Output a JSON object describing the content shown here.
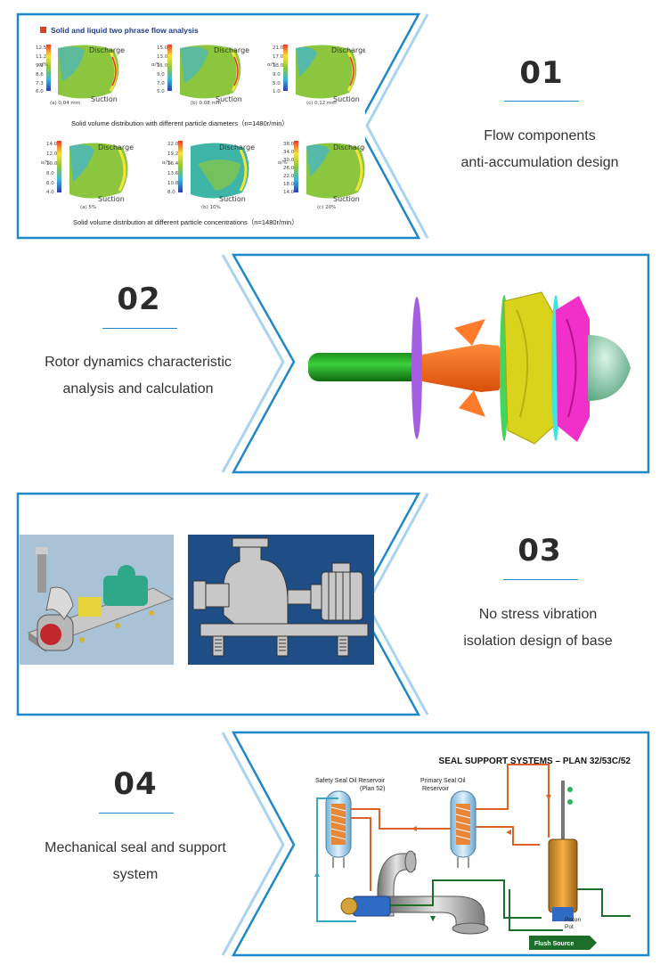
{
  "sections": [
    {
      "number": "01",
      "desc_line1": "Flow components",
      "desc_line2": "anti-accumulation design",
      "figure": {
        "heading": "Solid and liquid two phrase flow analysis",
        "caption_row1": "Solid volume distribution with different particle diameters（n=1480r/min）",
        "caption_row2": "Solid volume distribution at different particle concentrations（n=1480r/min）",
        "discharge": "Discharge",
        "suction": "Suction",
        "unit": "α/%",
        "plots": [
          {
            "sub": "(a) 0.04 mm",
            "ticks": [
              "12.5",
              "11.2",
              "9.9",
              "8.6",
              "7.3",
              "6.0"
            ]
          },
          {
            "sub": "(b) 0.08 mm",
            "ticks": [
              "15.0",
              "13.0",
              "11.0",
              "9.0",
              "7.0",
              "5.0"
            ]
          },
          {
            "sub": "(c) 0.12 mm",
            "ticks": [
              "21.0",
              "17.0",
              "13.0",
              "9.0",
              "5.0",
              "1.0"
            ]
          },
          {
            "sub": "(a) 5%",
            "ticks": [
              "14.0",
              "12.0",
              "10.0",
              "8.0",
              "6.0",
              "4.0"
            ]
          },
          {
            "sub": "(b) 10%",
            "ticks": [
              "22.0",
              "19.2",
              "16.4",
              "13.6",
              "10.8",
              "8.0"
            ]
          },
          {
            "sub": "(c) 20%",
            "ticks": [
              "38.0",
              "34.0",
              "30.0",
              "26.0",
              "22.0",
              "18.0",
              "14.0"
            ]
          }
        ]
      }
    },
    {
      "number": "02",
      "desc_line1": "Rotor dynamics characteristic",
      "desc_line2": "analysis and calculation"
    },
    {
      "number": "03",
      "desc_line1": "No stress vibration",
      "desc_line2": "isolation design of base"
    },
    {
      "number": "04",
      "desc_line1": "Mechanical seal and support",
      "desc_line2": "system",
      "figure": {
        "title": "SEAL SUPPORT SYSTEMS – PLAN 32/53C/52",
        "safety_label_1": "Safety Seal Oil Reservoir",
        "safety_label_2": "(Plan 52)",
        "primary_label_1": "Primary Seal Oil",
        "primary_label_2": "Reservoir",
        "piston_label_1": "Piston",
        "piston_label_2": "Pot",
        "flush_label": "Flush Source"
      }
    }
  ],
  "colors": {
    "frame": "#1e88c8",
    "frame_light": "#a9d3ee",
    "number": "#2b2b2b",
    "rule": "#1e88c8"
  }
}
